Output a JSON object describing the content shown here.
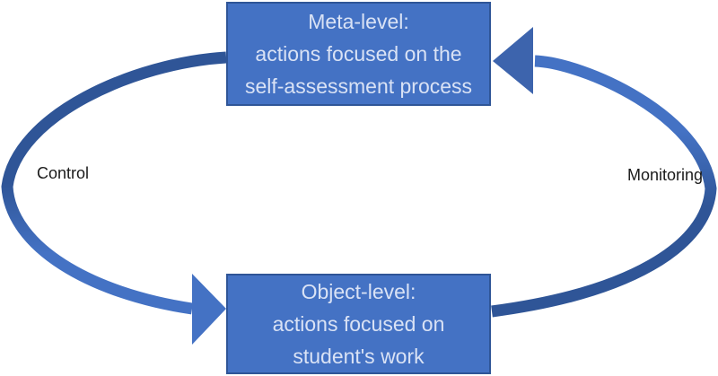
{
  "diagram": {
    "top_box": {
      "lines": [
        "Meta-level:",
        "actions focused on the",
        "self-assessment process"
      ]
    },
    "bottom_box": {
      "lines": [
        "Object-level:",
        "actions focused on",
        "student's work"
      ]
    },
    "left_label": "Control",
    "right_label": "Monitoring"
  },
  "colors": {
    "box_fill": "#4472C4",
    "box_border": "#2F5597",
    "box_text": "#D9E2F5",
    "label_text": "#1A1A1A",
    "arrow_dark": "#2F5597",
    "arrow_light": "#4472C4",
    "arrow_mid": "#3D64AD"
  }
}
